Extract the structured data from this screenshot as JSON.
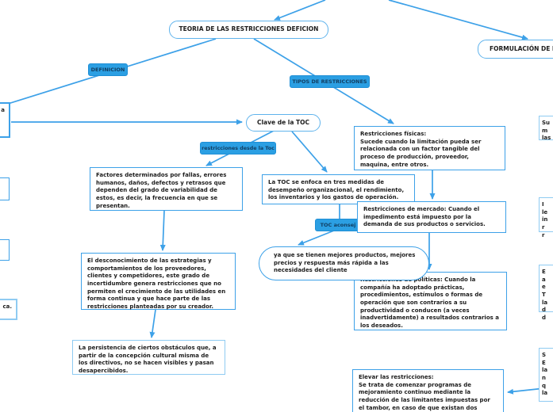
{
  "colors": {
    "connector": "#3da1e8",
    "label_bg": "#2b9fe3",
    "label_text": "#123f63",
    "box_border": "#3da1e8",
    "light_border": "#8fcbf2",
    "text": "#1c1c1c"
  },
  "nodes": {
    "title": "TEORIA DE LAS RESTRICCIONES DEFICION",
    "formulacion": "FORMULACIÓN DE L",
    "definicion": "DEFINICION",
    "tipos": "TIPOS DE RESTRICCIONES",
    "clave": "Clave de la TOC",
    "restricciones_desde": "restricciones desde la Toc",
    "toc_aconseja": "TOC aconsej",
    "factores": "Factores determinados por fallas, errores humanos, daños, defectos y retrasos que dependen del grado de variabilidad de estos, es decir, la frecuencia en que se presentan.",
    "tres_medidas": "La TOC se enfoca en tres medidas de desempeño organizacional, el rendimiento, los inventarios y los gastos de operación.",
    "fisicas": "Restricciones físicas:\nSucede cuando la limitación pueda ser relacionada con un factor tangible del proceso de producción, proveedor, maquina, entre otros.",
    "mercado": "Restricciones de mercado: Cuando el impedimento está impuesto por la demanda de sus productos o servicios.",
    "politicas": "Restricciones de políticas: Cuando la compañía ha adoptado prácticas, procedimientos, estímulos o formas de operación que son contrarios a su productividad o conducen (a veces inadvertidamente) a resultados contrarios a los deseados.",
    "beneficios": "ya que se tienen mejores productos, mejores precios y respuesta más rápida a las necesidades del cliente",
    "desconocimiento": "El desconocimiento de las estrategias y comportamientos de los proveedores, clientes y competidores, este grado de incertidumbre genera restricciones que no permiten el crecimiento de las utilidades en forma continua y que hace parte de las restricciones planteadas por su creador.",
    "persistencia": "La persistencia de ciertos obstáculos que, a partir de la concepción cultural misma de los directivos, no se hacen visibles y pasan desapercibidos.",
    "elevar": "Elevar las restricciones:\nSe trata de comenzar programas de mejoramiento continuo mediante la reducción de las limitantes impuestas por el tambor, en caso de que existan dos restricciones iguales se elegirá la que a",
    "left_cut_top": "a",
    "left_cut_mid1": "",
    "left_cut_mid2": "",
    "left_cut_bottom": "ca.",
    "right_cut_1": "Su\nm\nlas",
    "right_cut_2": "I\nle\nin\nr\nr",
    "right_cut_3": "E\na\ne\nT\nla\nd\nd",
    "right_cut_4": "S\nE\nla\nn\nq\nla"
  }
}
